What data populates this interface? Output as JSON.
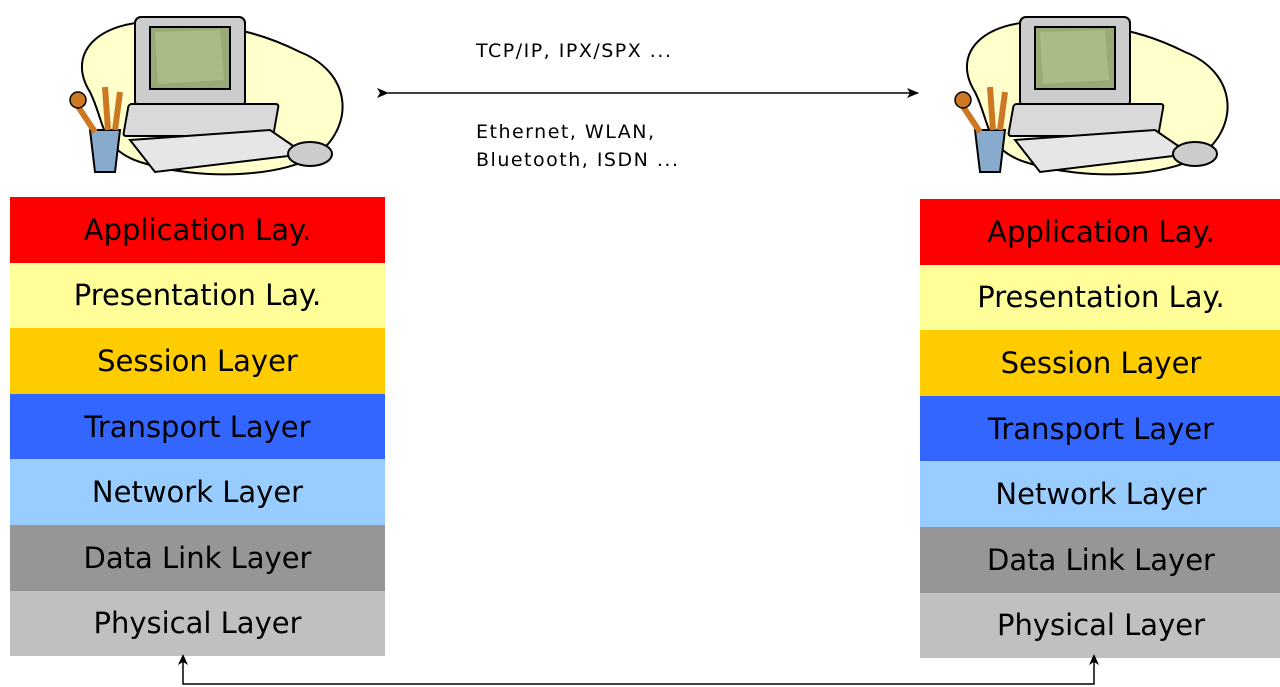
{
  "protocols": {
    "network_label": "TCP/IP, IPX/SPX ...",
    "link_label_line1": "Ethernet, WLAN,",
    "link_label_line2": "Bluetooth, ISDN ..."
  },
  "stack_left": {
    "layers": [
      {
        "label": "Application Lay.",
        "color": "#ff0000"
      },
      {
        "label": "Presentation Lay.",
        "color": "#ffff99"
      },
      {
        "label": "Session Layer",
        "color": "#ffcc00"
      },
      {
        "label": "Transport Layer",
        "color": "#3366ff"
      },
      {
        "label": "Network Layer",
        "color": "#99ccff"
      },
      {
        "label": "Data Link Layer",
        "color": "#969696"
      },
      {
        "label": "Physical Layer",
        "color": "#c0c0c0"
      }
    ]
  },
  "stack_right": {
    "layers": [
      {
        "label": "Application Lay.",
        "color": "#ff0000"
      },
      {
        "label": "Presentation Lay.",
        "color": "#ffff99"
      },
      {
        "label": "Session Layer",
        "color": "#ffcc00"
      },
      {
        "label": "Transport Layer",
        "color": "#3366ff"
      },
      {
        "label": "Network Layer",
        "color": "#99ccff"
      },
      {
        "label": "Data Link Layer",
        "color": "#969696"
      },
      {
        "label": "Physical Layer",
        "color": "#c0c0c0"
      }
    ]
  },
  "icons": {
    "left_computer": "desktop-computer-clipart",
    "right_computer": "desktop-computer-clipart"
  }
}
